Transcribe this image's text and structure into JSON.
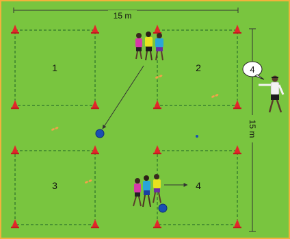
{
  "diagram": {
    "dimensions": {
      "width_label": "15 m",
      "height_label": "15 m"
    },
    "zones": [
      {
        "id": "zone-1",
        "label": "1"
      },
      {
        "id": "zone-2",
        "label": "2"
      },
      {
        "id": "zone-3",
        "label": "3"
      },
      {
        "id": "zone-4",
        "label": "4"
      }
    ],
    "coach": {
      "speech_bubble": "4"
    },
    "colors": {
      "pitch": "#79c53f",
      "border": "#f3b23c",
      "cone": "#e3262a",
      "ball": "#1a4fb3",
      "dashed_line": "#1b5f24",
      "footprint": "#f3a14a"
    }
  }
}
